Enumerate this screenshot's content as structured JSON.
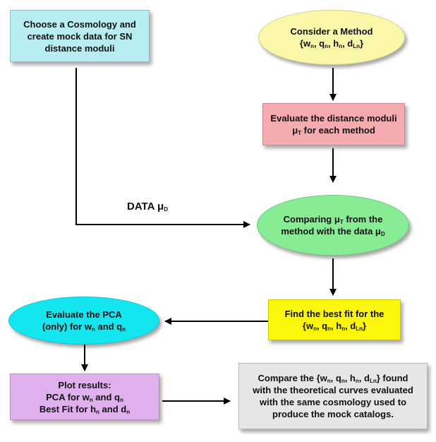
{
  "nodes": {
    "cosmology": {
      "lines": [
        "Choose a Cosmology and",
        "create mock data for SN",
        "distance moduli"
      ],
      "color": "#b7ecf0"
    },
    "method": {
      "lines": [
        "Consider a Method",
        "{w_n, q_n, h_n, d_Ln}"
      ],
      "color": "#fbf7a8"
    },
    "evaluate_moduli": {
      "lines": [
        "Evaluate the distance moduli",
        "μ_T for each method"
      ],
      "color": "#f6abb1"
    },
    "comparing": {
      "lines": [
        "Comparing μ_T from the",
        "method with the data μ_D"
      ],
      "color": "#88ec94"
    },
    "best_fit": {
      "lines": [
        "Find the best fit for the",
        "{w_n, q_n, h_n, d_Ln}"
      ],
      "color": "#fcf60a"
    },
    "pca": {
      "lines": [
        "Evaluate the PCA",
        "(only) for w_n and q_n"
      ],
      "color": "#14e6ef"
    },
    "plot": {
      "lines": [
        "Plot results:",
        "PCA for w_n and  q_n",
        "Best Fit for h_n and d_n"
      ],
      "color": "#e0afee"
    },
    "compare": {
      "lines": [
        "Compare the {w_n, q_n, h_n, d_Ln} found",
        "with the theoretical curves evaluated",
        "with the same cosmology used to",
        "produce the mock catalogs."
      ],
      "color": "#e6e6e6"
    }
  },
  "edge_label": "DATA μ_D"
}
